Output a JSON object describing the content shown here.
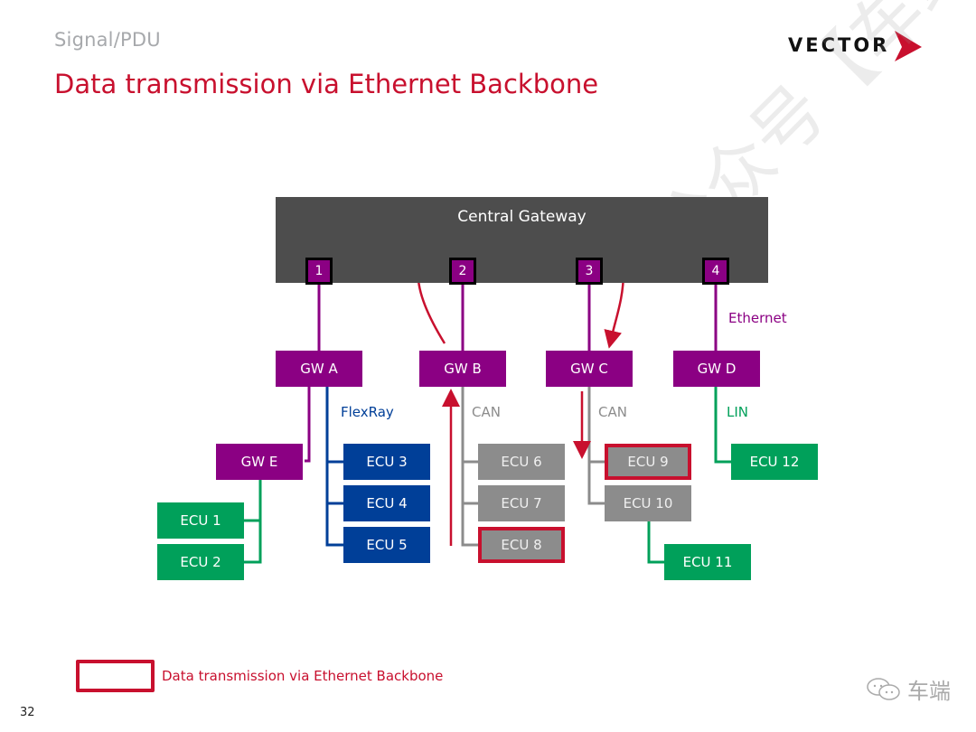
{
  "header": {
    "section": "Signal/PDU",
    "title": "Data transmission via Ethernet Backbone",
    "logo_text": "VECTOR",
    "logo_arrow_color": "#c8102e"
  },
  "diagram": {
    "central_gateway": {
      "label": "Central Gateway",
      "ports": [
        "1",
        "2",
        "3",
        "4"
      ]
    },
    "gateways": [
      {
        "id": "gw-a",
        "label": "GW A"
      },
      {
        "id": "gw-b",
        "label": "GW B"
      },
      {
        "id": "gw-c",
        "label": "GW C"
      },
      {
        "id": "gw-d",
        "label": "GW D"
      },
      {
        "id": "gw-e",
        "label": "GW E"
      }
    ],
    "bus_labels": {
      "ethernet": "Ethernet",
      "flexray": "FlexRay",
      "can_b": "CAN",
      "can_c": "CAN",
      "lin": "LIN"
    },
    "ecus": [
      {
        "label": "ECU 1",
        "bus": "LIN",
        "highlighted": false
      },
      {
        "label": "ECU 2",
        "bus": "LIN",
        "highlighted": false
      },
      {
        "label": "ECU 3",
        "bus": "FlexRay",
        "highlighted": false
      },
      {
        "label": "ECU 4",
        "bus": "FlexRay",
        "highlighted": false
      },
      {
        "label": "ECU 5",
        "bus": "FlexRay",
        "highlighted": false
      },
      {
        "label": "ECU 6",
        "bus": "CAN",
        "highlighted": false
      },
      {
        "label": "ECU 7",
        "bus": "CAN",
        "highlighted": false
      },
      {
        "label": "ECU 8",
        "bus": "CAN",
        "highlighted": true
      },
      {
        "label": "ECU 9",
        "bus": "CAN",
        "highlighted": true
      },
      {
        "label": "ECU 10",
        "bus": "CAN",
        "highlighted": false
      },
      {
        "label": "ECU 11",
        "bus": "LIN",
        "highlighted": false
      },
      {
        "label": "ECU 12",
        "bus": "LIN",
        "highlighted": false
      }
    ],
    "colors": {
      "ethernet": "#8b0083",
      "flexray": "#003f98",
      "can": "#8c8c8c",
      "lin": "#00a05a",
      "highlight": "#c8102e",
      "central": "#4d4d4d"
    }
  },
  "legend": {
    "text": "Data transmission via Ethernet Backbone"
  },
  "footer": {
    "page_number": "32",
    "watermark": "车端",
    "watermark_diagonal": "公众号【车端】"
  }
}
